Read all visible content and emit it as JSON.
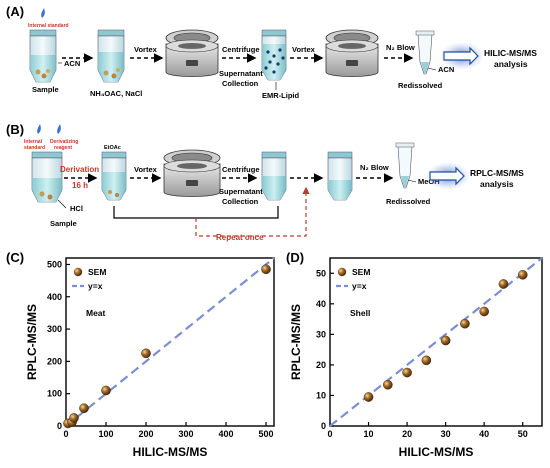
{
  "panels": {
    "A": "(A)",
    "B": "(B)",
    "C": "(C)",
    "D": "(D)"
  },
  "flowA": {
    "internal_standard": "Internal standard",
    "acn": "ACN",
    "sample": "Sample",
    "nh4oac": "NH₄OAC, NaCl",
    "vortex1": "Vortex",
    "centrifuge": "Centrifuge",
    "supernatant": "Supernatant",
    "collection": "Collection",
    "emr": "EMR-Lipid",
    "vortex2": "Vortex",
    "n2blow": "N₂ Blow",
    "acn2": "ACN",
    "redissolved": "Redissolved",
    "analysis1": "HILIC-MS/MS",
    "analysis2": "analysis"
  },
  "flowB": {
    "internal_standard_1": "Internal",
    "internal_standard_2": "standard",
    "derivatizing_1": "Derivatizing",
    "derivatizing_2": "reagent",
    "derivation": "Derivation",
    "hours": "16 h",
    "etoac": "EtOAc",
    "hcl": "HCl",
    "sample": "Sample",
    "vortex": "Vortex",
    "centrifuge": "Centrifuge",
    "supernatant": "Supernatant",
    "collection": "Collection",
    "n2blow": "N₂ Blow",
    "meoh": "MeOH",
    "redissolved": "Redissolved",
    "repeat": "Repeat once",
    "analysis1": "RPLC-MS/MS",
    "analysis2": "analysis"
  },
  "colors": {
    "accent_arrow": "#1f4e9c",
    "glow": "#6b8fd6",
    "marker": "#8b5a1a",
    "fit_line": "#7b8fd0",
    "red": "#c0392b"
  },
  "chart_data": [
    {
      "type": "scatter",
      "panel": "(C)",
      "annotation": "Meat",
      "xlabel": "HILIC-MS/MS",
      "ylabel": "RPLC-MS/MS",
      "xlim": [
        0,
        520
      ],
      "ylim": [
        0,
        520
      ],
      "xticks": [
        0,
        100,
        200,
        300,
        400,
        500
      ],
      "yticks": [
        0,
        100,
        200,
        300,
        400,
        500
      ],
      "legend": "top-left",
      "grid": false,
      "series": [
        {
          "name": "SEM",
          "x": [
            5,
            15,
            20,
            45,
            100,
            200,
            500
          ],
          "y": [
            8,
            12,
            25,
            55,
            110,
            225,
            485
          ]
        },
        {
          "name": "y=x",
          "line": [
            0,
            520
          ]
        }
      ]
    },
    {
      "type": "scatter",
      "panel": "(D)",
      "annotation": "Shell",
      "xlabel": "HILIC-MS/MS",
      "ylabel": "RPLC-MS/MS",
      "xlim": [
        0,
        55
      ],
      "ylim": [
        0,
        55
      ],
      "xticks": [
        0,
        10,
        20,
        30,
        40,
        50
      ],
      "yticks": [
        0,
        10,
        20,
        30,
        40,
        50
      ],
      "legend": "top-left",
      "grid": false,
      "series": [
        {
          "name": "SEM",
          "x": [
            10,
            15,
            20,
            25,
            30,
            35,
            40,
            45,
            50
          ],
          "y": [
            9.5,
            13.5,
            17.5,
            21.5,
            28,
            33.5,
            37.5,
            46.5,
            49.5
          ]
        },
        {
          "name": "y=x",
          "line": [
            0,
            55
          ]
        }
      ]
    }
  ]
}
